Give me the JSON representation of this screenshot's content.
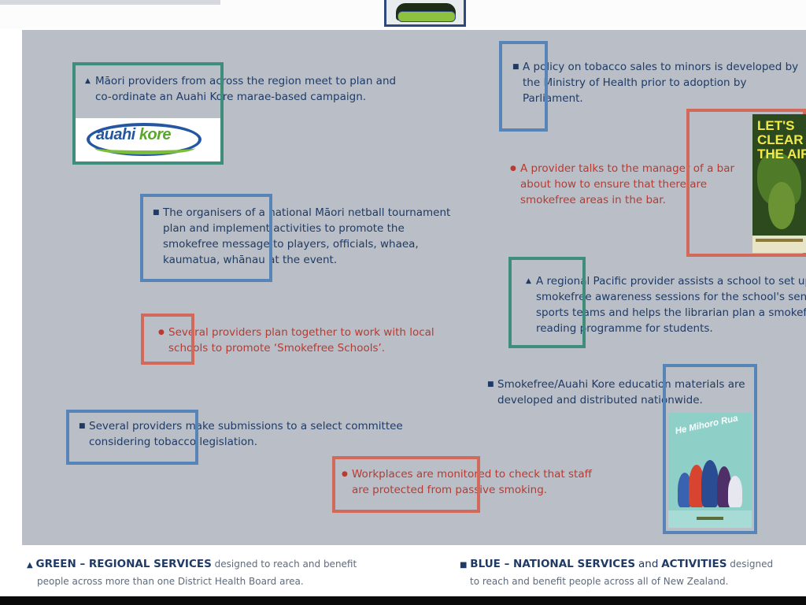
{
  "header": {
    "logo_icon": "programme-logo-icon"
  },
  "items": {
    "i1": {
      "marker": "▲",
      "text": "Māori providers from across the region meet to plan and co-ordinate an Auahi Kore marae-based campaign.",
      "category": "green"
    },
    "i2": {
      "marker": "■",
      "text": "A policy on tobacco sales to minors is developed by the Ministry of Health prior to adoption by Parliament.",
      "category": "blue"
    },
    "i3": {
      "marker": "●",
      "text": "A provider talks to the manager of a bar about how to ensure that there are smokefree areas in the bar.",
      "category": "red"
    },
    "i4": {
      "marker": "■",
      "text": "The organisers of a national Māori netball tournament plan and implement activities to promote the smokefree message to players, officials, whaea, kaumatua, whānau at the event.",
      "category": "blue"
    },
    "i5": {
      "marker": "▲",
      "text": "A regional Pacific provider assists a school to set up smokefree awareness sessions for the school's senior sports teams and helps the librarian plan a smokefree reading programme for students.",
      "category": "green"
    },
    "i6": {
      "marker": "●",
      "text": "Several providers plan together to work with local schools to promote ‘Smokefree Schools’.",
      "category": "red"
    },
    "i7": {
      "marker": "■",
      "text": "Smokefree/Auahi Kore education materials are developed and distributed nationwide.",
      "category": "blue"
    },
    "i8": {
      "marker": "■",
      "text": "Several providers make submissions to a select committee considering tobacco legislation.",
      "category": "blue"
    },
    "i9": {
      "marker": "●",
      "text": "Workplaces are monitored to check that staff are protected from passive smoking.",
      "category": "red"
    }
  },
  "logo_auahi_kore": {
    "word1": "auahi",
    "word2": "kore"
  },
  "poster": {
    "title": "LET'S CLEAR THE AIR"
  },
  "book": {
    "title": "He Mihoro Rua"
  },
  "legend": {
    "green": {
      "marker": "▲",
      "key": "GREEN – REGIONAL SERVICES",
      "desc": "designed to reach and benefit",
      "desc2": "people across more than one District Health Board area."
    },
    "blue": {
      "marker": "■",
      "key": "BLUE – NATIONAL SERVICES",
      "and": "and",
      "key2": "ACTIVITIES",
      "desc": "designed",
      "desc2": "to reach and benefit people across all of New Zealand."
    }
  },
  "colors": {
    "green": "#3f8e7c",
    "blue": "#5885b8",
    "red": "#d26a5b",
    "panel": "#b9bec7",
    "text_dark": "#1f3b65",
    "text_red": "#b93a30"
  }
}
